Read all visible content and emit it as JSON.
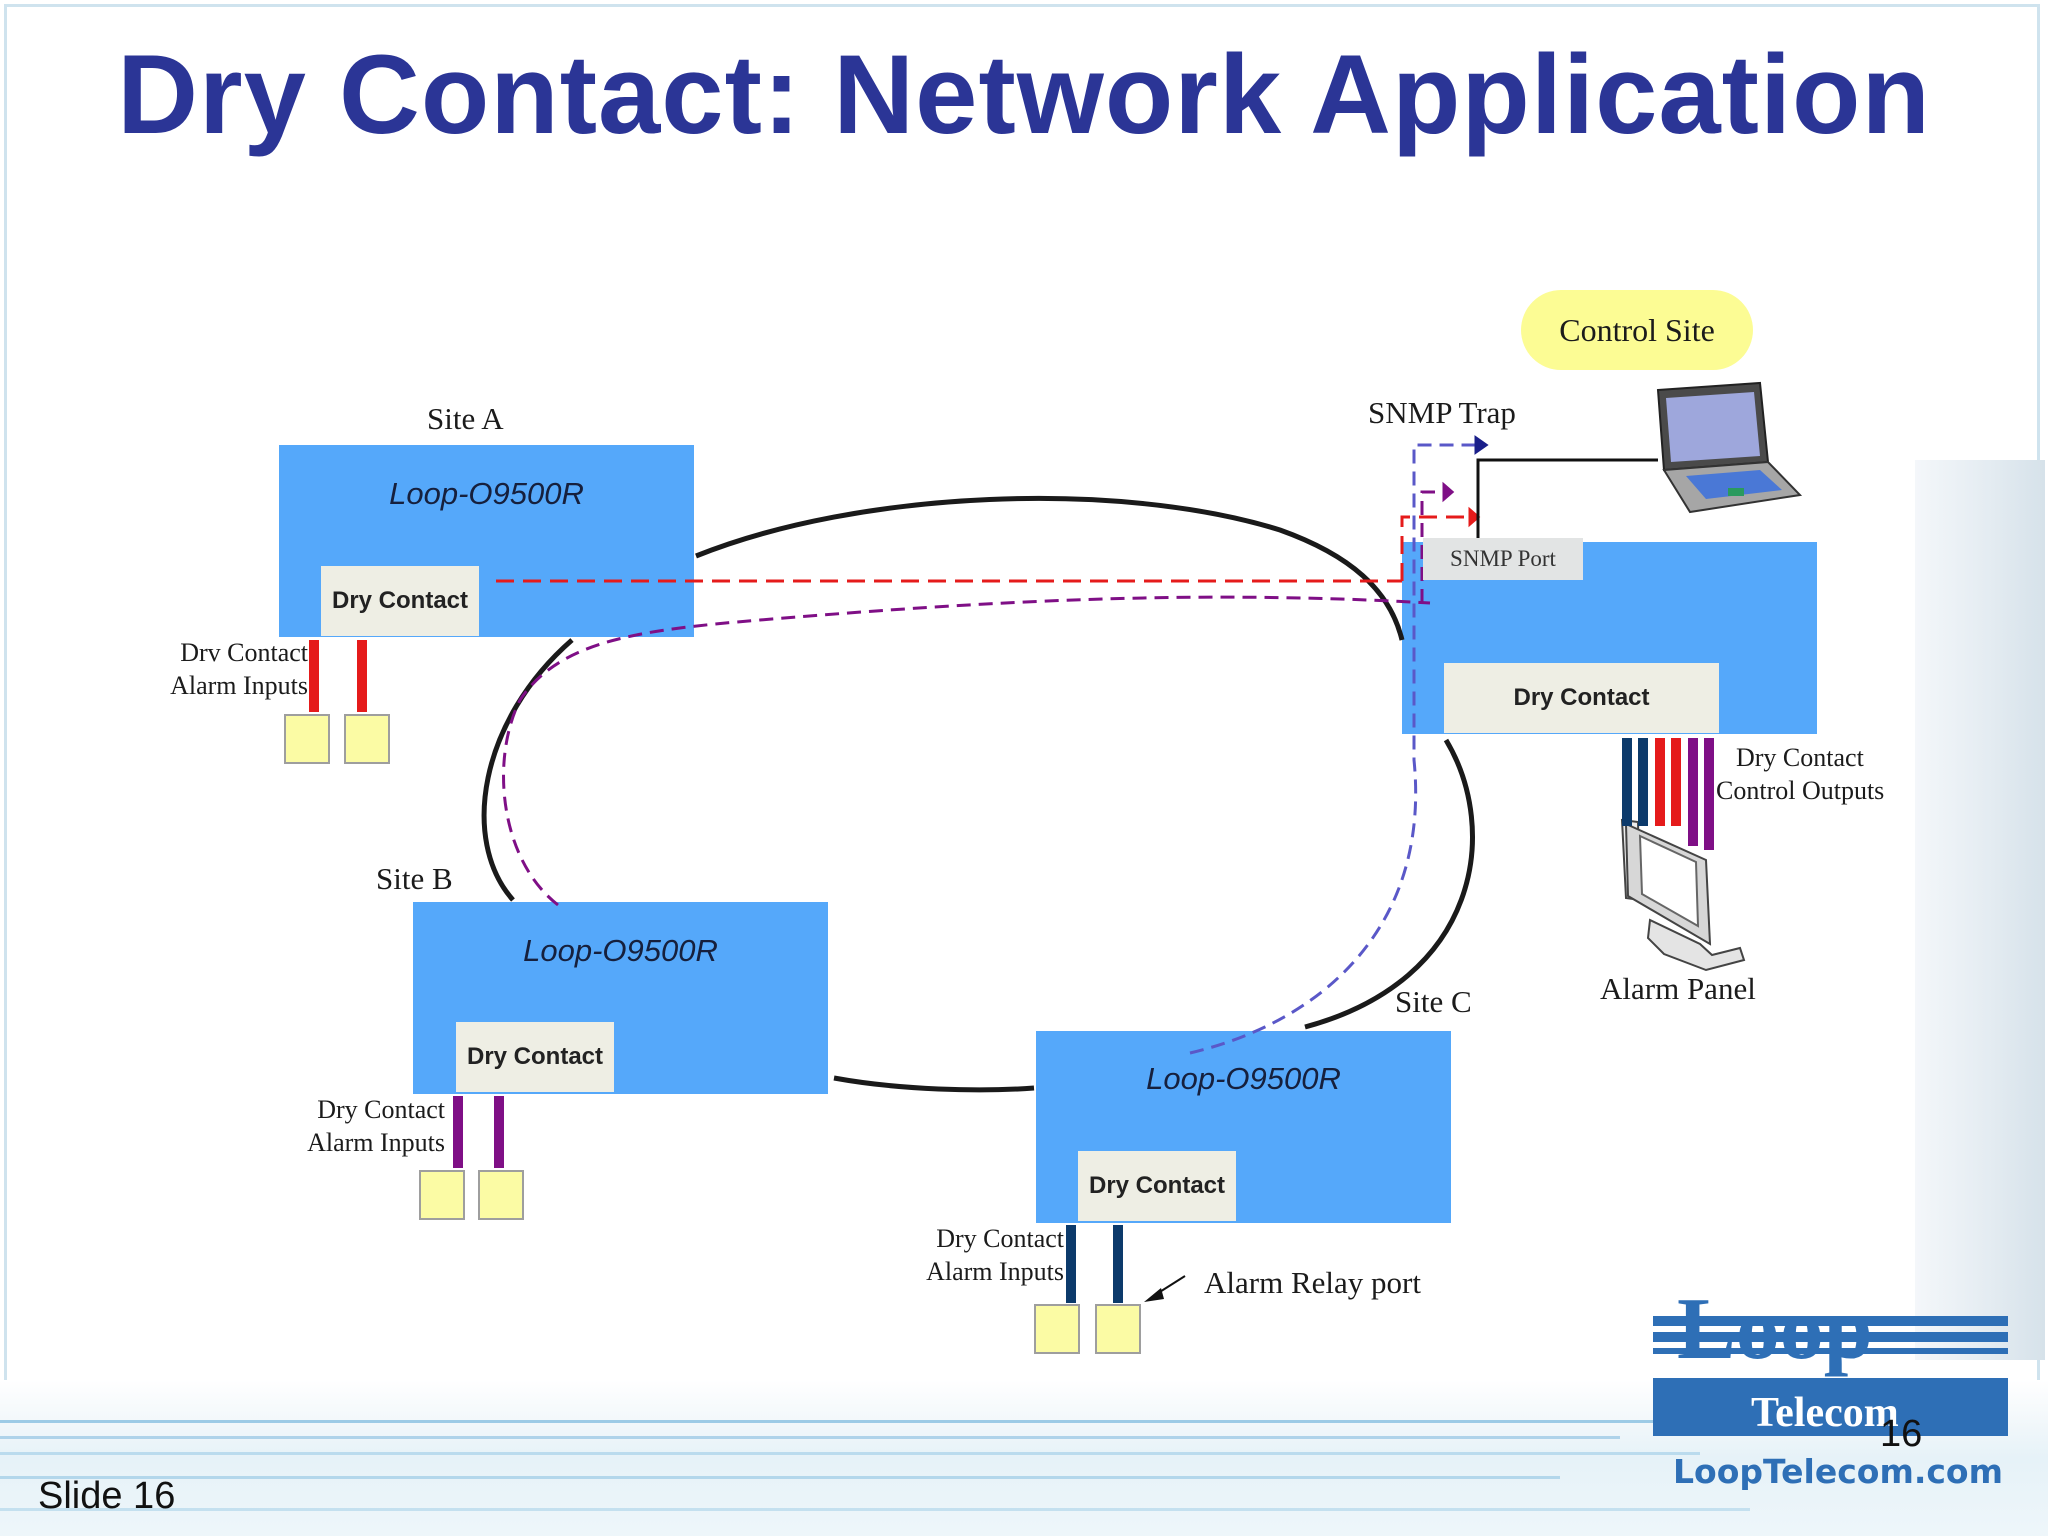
{
  "slide": {
    "title": "Dry Contact: Network Application",
    "slide_label": "Slide 16",
    "page_number": "16"
  },
  "sites": {
    "site_a": {
      "label": "Site A",
      "model": "Loop-O9500R",
      "dry_contact": "Dry Contact",
      "inputs_line1": "Drv Contact",
      "inputs_line2": "Alarm Inputs"
    },
    "site_b": {
      "label": "Site B",
      "model": "Loop-O9500R",
      "dry_contact": "Dry Contact",
      "inputs_line1": "Dry Contact",
      "inputs_line2": "Alarm Inputs"
    },
    "site_c": {
      "label": "Site C",
      "model": "Loop-O9500R",
      "dry_contact": "Dry Contact",
      "inputs_line1": "Dry Contact",
      "inputs_line2": "Alarm Inputs",
      "relay_label": "Alarm Relay port"
    }
  },
  "control_site": {
    "label": "Control Site",
    "snmp_trap": "SNMP Trap",
    "snmp_port": "SNMP Port",
    "dry_contact": "Dry Contact",
    "outputs_line1": "Dry Contact",
    "outputs_line2": "Control Outputs",
    "alarm_panel": "Alarm Panel"
  },
  "logo": {
    "company": "Telecom",
    "website": "LoopTelecom.com"
  },
  "colors": {
    "title": "#2b3596",
    "device_box": "#55a8fa",
    "red_signal": "#e51b1b",
    "purple_signal": "#7f0f86",
    "navy_signal": "#0c3a6b",
    "contact_fill": "#fbfba4"
  }
}
